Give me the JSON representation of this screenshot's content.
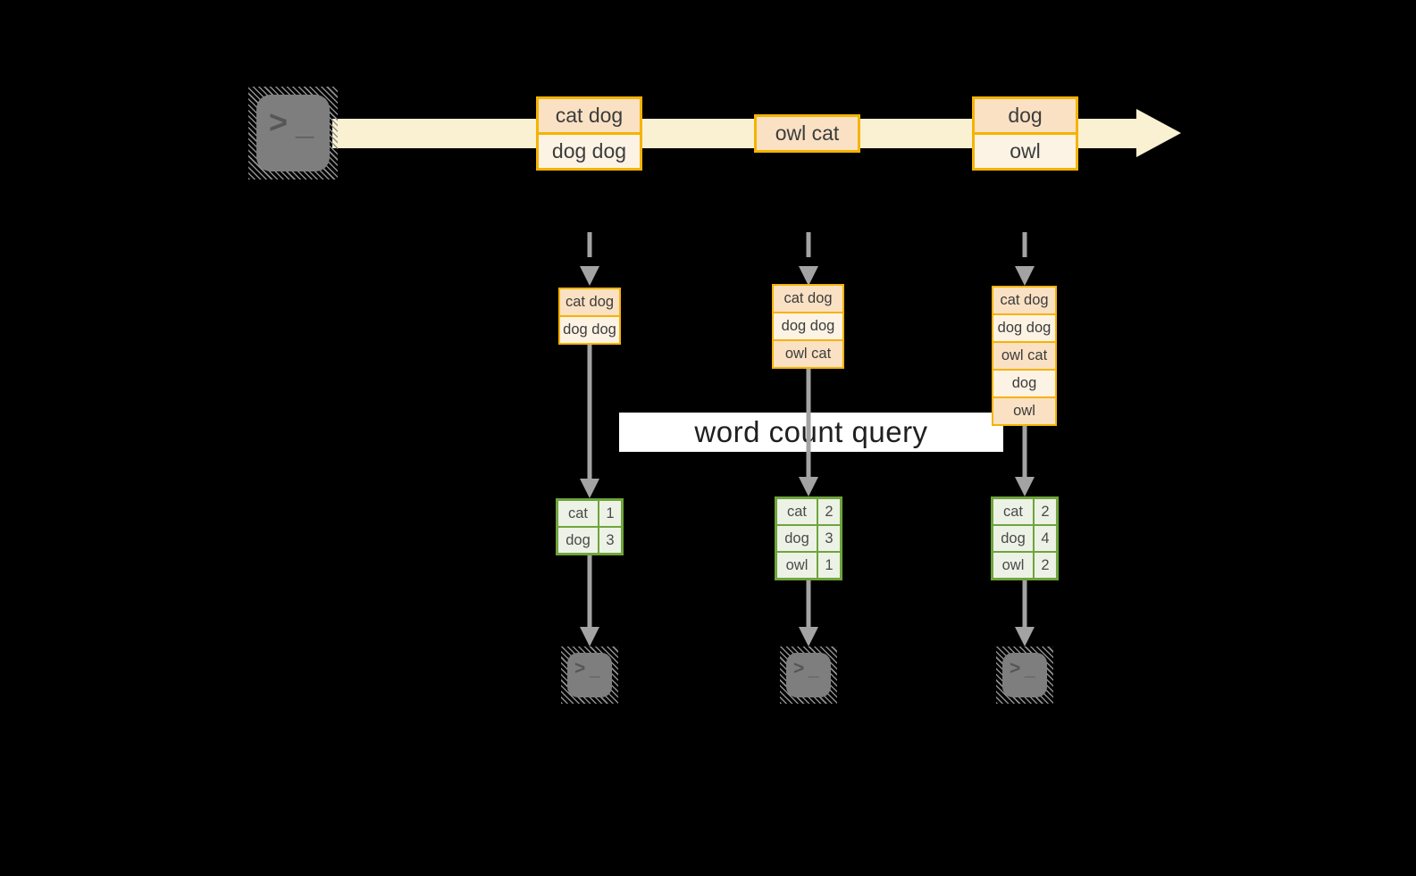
{
  "title": "word count query streaming diagram",
  "query_label": "word count query",
  "icons": {
    "terminal_prompt": ">",
    "terminal_cursor": "_"
  },
  "stream": {
    "batches": [
      {
        "lines": [
          "cat dog",
          "dog dog"
        ]
      },
      {
        "lines": [
          "owl cat"
        ]
      },
      {
        "lines": [
          "dog",
          "owl"
        ]
      }
    ]
  },
  "columns": [
    {
      "accumulated": [
        "cat dog",
        "dog dog"
      ],
      "counts": [
        {
          "word": "cat",
          "count": "1"
        },
        {
          "word": "dog",
          "count": "3"
        }
      ]
    },
    {
      "accumulated": [
        "cat dog",
        "dog dog",
        "owl cat"
      ],
      "counts": [
        {
          "word": "cat",
          "count": "2"
        },
        {
          "word": "dog",
          "count": "3"
        },
        {
          "word": "owl",
          "count": "1"
        }
      ]
    },
    {
      "accumulated": [
        "cat dog",
        "dog dog",
        "owl cat",
        "dog",
        "owl"
      ],
      "counts": [
        {
          "word": "cat",
          "count": "2"
        },
        {
          "word": "dog",
          "count": "4"
        },
        {
          "word": "owl",
          "count": "2"
        }
      ]
    }
  ],
  "colors": {
    "bg": "#000000",
    "gold": "#F5B301",
    "peach": "#FAE1C4",
    "cream": "#FDF3E4",
    "stream": "#FAF1D2",
    "green": "#6FA43B",
    "green_fill": "#EDF2E7",
    "arrow_gray": "#A3A3A3",
    "icon_gray": "#7E7E7E",
    "icon_glyph": "#565656",
    "text_dark": "#3C3C3C",
    "band_bg": "#FFFFFF",
    "query_text": "#1F1F1F"
  }
}
